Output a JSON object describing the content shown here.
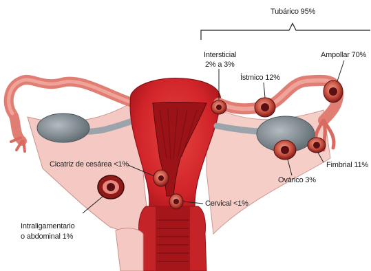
{
  "labels": {
    "tubarico": "Tubárico 95%",
    "intersticial_line1": "Intersticial",
    "intersticial_line2": "2% a 3%",
    "istmico": "Ístmico 12%",
    "ampollar": "Ampollar 70%",
    "fimbrial": "Fimbrial 11%",
    "ovarico": "Ovárico 3%",
    "cicatriz": "Cicatriz de cesárea <1%",
    "cervical": "Cervical <1%",
    "intraligamentario_line1": "Intraligamentario",
    "intraligamentario_line2": "o abdominal 1%"
  },
  "colors": {
    "uterus_red": "#d2272c",
    "uterus_dark": "#8e1116",
    "tube_pink": "#e9877e",
    "ligament_pink": "#f4c9c3",
    "ovary_gray": "#7f8b92",
    "embryo_dark": "#5a0f12"
  }
}
